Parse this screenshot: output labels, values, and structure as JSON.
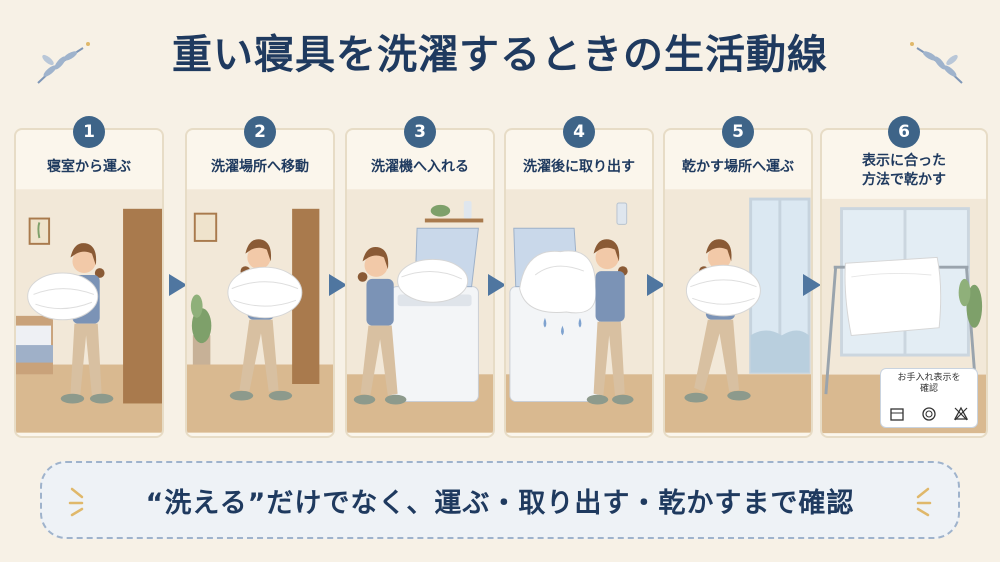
{
  "title": "重い寝具を洗濯するときの生活動線",
  "steps": [
    {
      "number": "1",
      "label_lines": [
        "寝室から運ぶ"
      ]
    },
    {
      "number": "2",
      "label_lines": [
        "洗濯場所へ移動"
      ]
    },
    {
      "number": "3",
      "label_lines": [
        "洗濯機へ入れる"
      ]
    },
    {
      "number": "4",
      "label_lines": [
        "洗濯後に取り出す"
      ]
    },
    {
      "number": "5",
      "label_lines": [
        "乾かす場所へ運ぶ"
      ]
    },
    {
      "number": "6",
      "label_lines": [
        "表示に合った",
        "方法で乾かす"
      ]
    }
  ],
  "care_card": {
    "title_lines": [
      "お手入れ表示を",
      "確認"
    ],
    "icons": [
      "wash-tub-icon",
      "tumble-dry-icon",
      "no-bleach-icon"
    ]
  },
  "banner": {
    "text": "“洗える”だけでなく、運ぶ・取り出す・乾かすまで確認"
  },
  "colors": {
    "navy": "#1f3a5f",
    "step_badge": "#3e6488",
    "arrow": "#4f76a0",
    "background": "#f7f1e6",
    "panel": "#fbf6ec"
  }
}
